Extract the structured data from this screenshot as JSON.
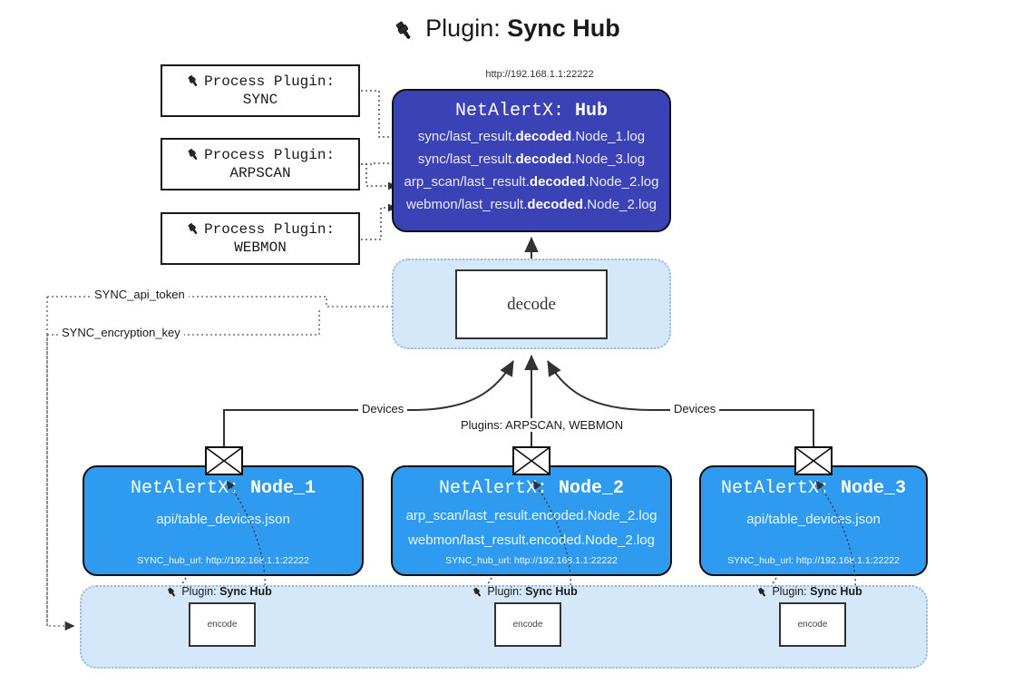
{
  "title": {
    "icon": "plug-icon",
    "prefix": "Plugin:",
    "name": "Sync Hub"
  },
  "hub": {
    "url_label": "http://192.168.1.1:22222",
    "title_prefix": "NetAlertX:",
    "title_name": "Hub",
    "fill_color": "#3b42b5",
    "lines": [
      {
        "pre": "sync/last_result.",
        "bold": "decoded",
        "post": ".Node_1.log"
      },
      {
        "pre": "sync/last_result.",
        "bold": "decoded",
        "post": ".Node_3.log"
      },
      {
        "pre": "arp_scan/last_result.",
        "bold": "decoded",
        "post": ".Node_2.log"
      },
      {
        "pre": "webmon/last_result.",
        "bold": "decoded",
        "post": ".Node_2.log"
      }
    ]
  },
  "process_plugins": [
    {
      "icon": "plug-icon",
      "line1": "Process Plugin:",
      "line2": "SYNC"
    },
    {
      "icon": "plug-icon",
      "line1": "Process Plugin:",
      "line2": "ARPSCAN"
    },
    {
      "icon": "plug-icon",
      "line1": "Process Plugin:",
      "line2": "WEBMON"
    }
  ],
  "decode": {
    "label": "decode",
    "container_color": "#d4e8fa"
  },
  "secrets": {
    "api_token": "SYNC_api_token",
    "encryption_key": "SYNC_encryption_key"
  },
  "connectors": {
    "devices_left": "Devices",
    "devices_right": "Devices",
    "plugins_center": "Plugins: ARPSCAN, WEBMON"
  },
  "nodes": [
    {
      "title_prefix": "NetAlertX:",
      "title_name": "Node_1",
      "fill_color": "#2f9bf0",
      "lines": [
        "api/table_devices.json"
      ],
      "footer": "SYNC_hub_url: http://192.168.1.1:22222",
      "envelope_icon": "envelope-icon"
    },
    {
      "title_prefix": "NetAlertX:",
      "title_name": "Node_2",
      "fill_color": "#2f9bf0",
      "lines": [
        "arp_scan/last_result.encoded.Node_2.log",
        "webmon/last_result.encoded.Node_2.log"
      ],
      "footer": "SYNC_hub_url: http://192.168.1.1:22222",
      "envelope_icon": "envelope-icon"
    },
    {
      "title_prefix": "NetAlertX:",
      "title_name": "Node_3",
      "fill_color": "#2f9bf0",
      "lines": [
        "api/table_devices.json"
      ],
      "footer": "SYNC_hub_url: http://192.168.1.1:22222",
      "envelope_icon": "envelope-icon"
    }
  ],
  "encoders": [
    {
      "caption_icon": "plug-icon",
      "caption_prefix": "Plugin:",
      "caption_name": "Sync Hub",
      "label": "encode"
    },
    {
      "caption_icon": "plug-icon",
      "caption_prefix": "Plugin:",
      "caption_name": "Sync Hub",
      "label": "encode"
    },
    {
      "caption_icon": "plug-icon",
      "caption_prefix": "Plugin:",
      "caption_name": "Sync Hub",
      "label": "encode"
    }
  ]
}
